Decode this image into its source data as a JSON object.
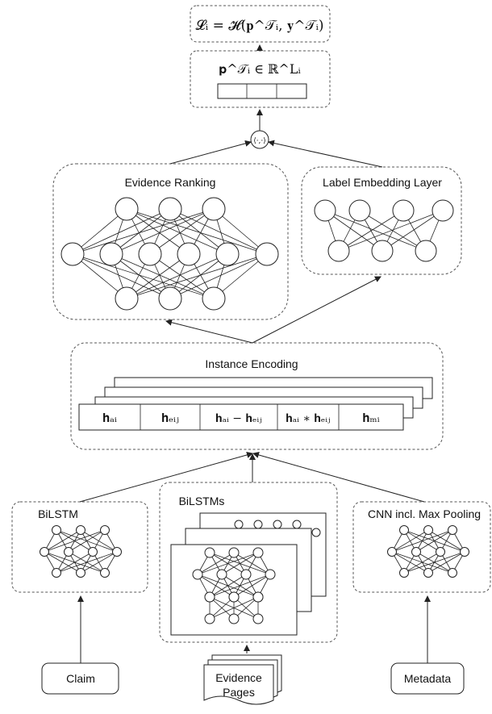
{
  "loss": {
    "text": "𝓛ᵢ = 𝓗(𝐩^𝒯ᵢ, 𝐲^𝒯ᵢ)"
  },
  "output": {
    "text": "𝐩^𝒯ᵢ ∈ ℝ^Lᵢ",
    "cells": 3
  },
  "dot_product": {
    "text": "⟨·,·⟩"
  },
  "evidence_ranking": {
    "title": "Evidence Ranking",
    "layers": [
      3,
      6,
      3
    ]
  },
  "label_embedding": {
    "title": "Label Embedding Layer",
    "layers": [
      4,
      3
    ]
  },
  "instance_encoding": {
    "title": "Instance Encoding",
    "cells": [
      "𝐡ₐᵢ",
      "𝐡ₑᵢⱼ",
      "𝐡ₐᵢ − 𝐡ₑᵢⱼ",
      "𝐡ₐᵢ ∗ 𝐡ₑᵢⱼ",
      "𝐡ₘᵢ"
    ]
  },
  "bilstm": {
    "title": "BiLSTM"
  },
  "bilstms": {
    "title": "BiLSTMs"
  },
  "cnn": {
    "title": "CNN incl. Max Pooling"
  },
  "inputs": {
    "claim": "Claim",
    "evidence_line1": "Evidence",
    "evidence_line2": "Pages",
    "metadata": "Metadata"
  }
}
